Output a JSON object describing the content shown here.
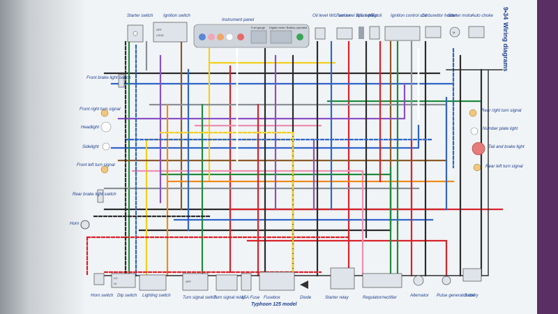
{
  "header": {
    "page_number": "9•34",
    "section_title": "Wiring diagrams"
  },
  "diagram_title": "Typhoon 125 model",
  "top_components": {
    "starter_switch": "Starter switch",
    "ignition_switch": "Ignition switch",
    "instrument_panel": "Instrument panel",
    "fuel_gauge": "Fuel gauge",
    "digital_meter": "Digital meter/ Battery operated",
    "oil_sensor": "Oil level W/L sensor",
    "fuel_sensor": "Fuel level W/L sensor",
    "spark_plug": "Spark plug",
    "ht_coil": "HT coil",
    "ignition_unit": "Ignition control unit",
    "carb_heater": "Carburettor heater",
    "starter_motor": "Starter motor",
    "auto_choke": "Auto choke"
  },
  "left_components": {
    "front_brake": "Front brake light switch",
    "front_right_turn": "Front right turn signal",
    "headlight": "Headlight",
    "sidelight": "Sidelight",
    "front_left_turn": "Front left turn signal",
    "rear_brake": "Rear brake light switch",
    "horn": "Horn"
  },
  "right_components": {
    "rear_right_turn": "Rear right turn signal",
    "number_plate": "Number plate light",
    "tail_brake": "Tail and brake light",
    "rear_left_turn": "Rear left turn signal"
  },
  "bottom_components": {
    "horn_switch": "Horn switch",
    "dip_switch": "Dip switch",
    "lighting_switch": "Lighting switch",
    "turn_switch": "Turn signal switch",
    "turn_relay": "Turn signal relay",
    "fuse": "15A Fuse",
    "fusebox": "Fusebox",
    "diode": "Diode",
    "starter_relay": "Starter relay",
    "regulator": "Regulator/rectifier",
    "alternator": "Alternator",
    "pulse_coil": "Pulse generator coil",
    "battery": "Battery"
  },
  "switch_labels": {
    "ign_off": "OFF",
    "ign_lock": "LOCK",
    "dip_lo": "LO",
    "dip_hi": "HI",
    "turn_off": "OFF"
  },
  "colors": {
    "page": "#f1f4f6",
    "label_blue": "#1d3f8f",
    "wire_black": "#2b2b2b",
    "wire_red": "#d8222a",
    "wire_blue": "#2f64c9",
    "wire_green": "#1f8a3c",
    "wire_yellow": "#f2cf1d",
    "wire_brown": "#8a5a2b",
    "wire_grey": "#8a8f96",
    "wire_pink": "#eb8fb0",
    "wire_violet": "#8a4fc4",
    "wire_orange": "#ef8a1e",
    "wire_white": "#ffffff"
  },
  "icons": {
    "bulb": "bulb-icon",
    "switch": "switch-icon",
    "motor": "motor-icon",
    "battery": "battery-icon",
    "horn": "horn-icon"
  }
}
